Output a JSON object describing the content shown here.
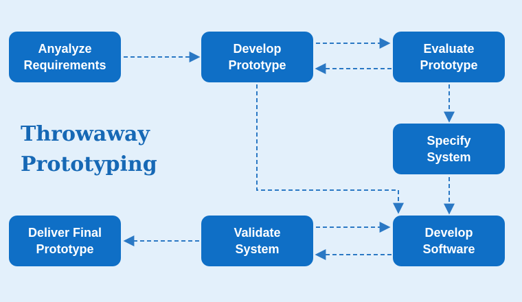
{
  "title": {
    "line1": "Throwaway",
    "line2": "Prototyping"
  },
  "colors": {
    "background": "#e3f0fb",
    "node_fill": "#0f6fc6",
    "arrow": "#2a78c4",
    "title": "#1668b5"
  },
  "nodes": {
    "analyze": {
      "line1": "Anyalyze",
      "line2": "Requirements"
    },
    "develop_prototype": {
      "line1": "Develop",
      "line2": "Prototype"
    },
    "evaluate": {
      "line1": "Evaluate",
      "line2": "Prototype"
    },
    "specify": {
      "line1": "Specify",
      "line2": "System"
    },
    "develop_software": {
      "line1": "Develop",
      "line2": "Software"
    },
    "validate": {
      "line1": "Validate",
      "line2": "System"
    },
    "deliver": {
      "line1": "Deliver Final",
      "line2": "Prototype"
    }
  }
}
